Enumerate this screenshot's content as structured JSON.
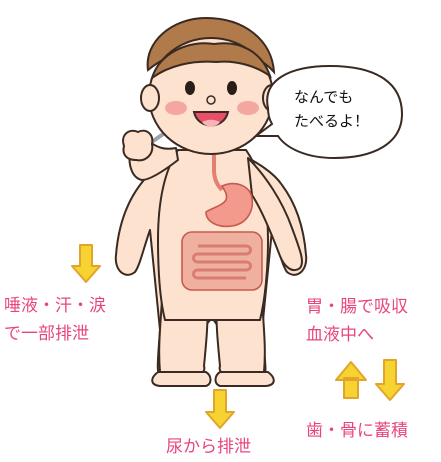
{
  "speech_bubble": {
    "line1": "なんでも",
    "line2": "たべるよ！"
  },
  "labels": {
    "left_line1": "唾液・汗・涙",
    "left_line2": "で一部排泄",
    "right_line1": "胃・腸で吸収",
    "right_line2": "血液中へ",
    "right_bottom": "歯・骨に蓄積",
    "bottom": "尿から排泄"
  },
  "colors": {
    "label_text": "#e8457f",
    "arrow_fill": "#f7d331",
    "arrow_stroke": "#e0a52a",
    "skin": "#fde3cf",
    "skin_outline": "#3a2a22",
    "hair": "#b07a4a",
    "cheek": "#f4a7a0",
    "stomach": "#f39a8c",
    "intestine": "#f0b0a0",
    "mouth": "#e8506a",
    "fork": "#9aa2ab",
    "food": "#7a3a28"
  }
}
